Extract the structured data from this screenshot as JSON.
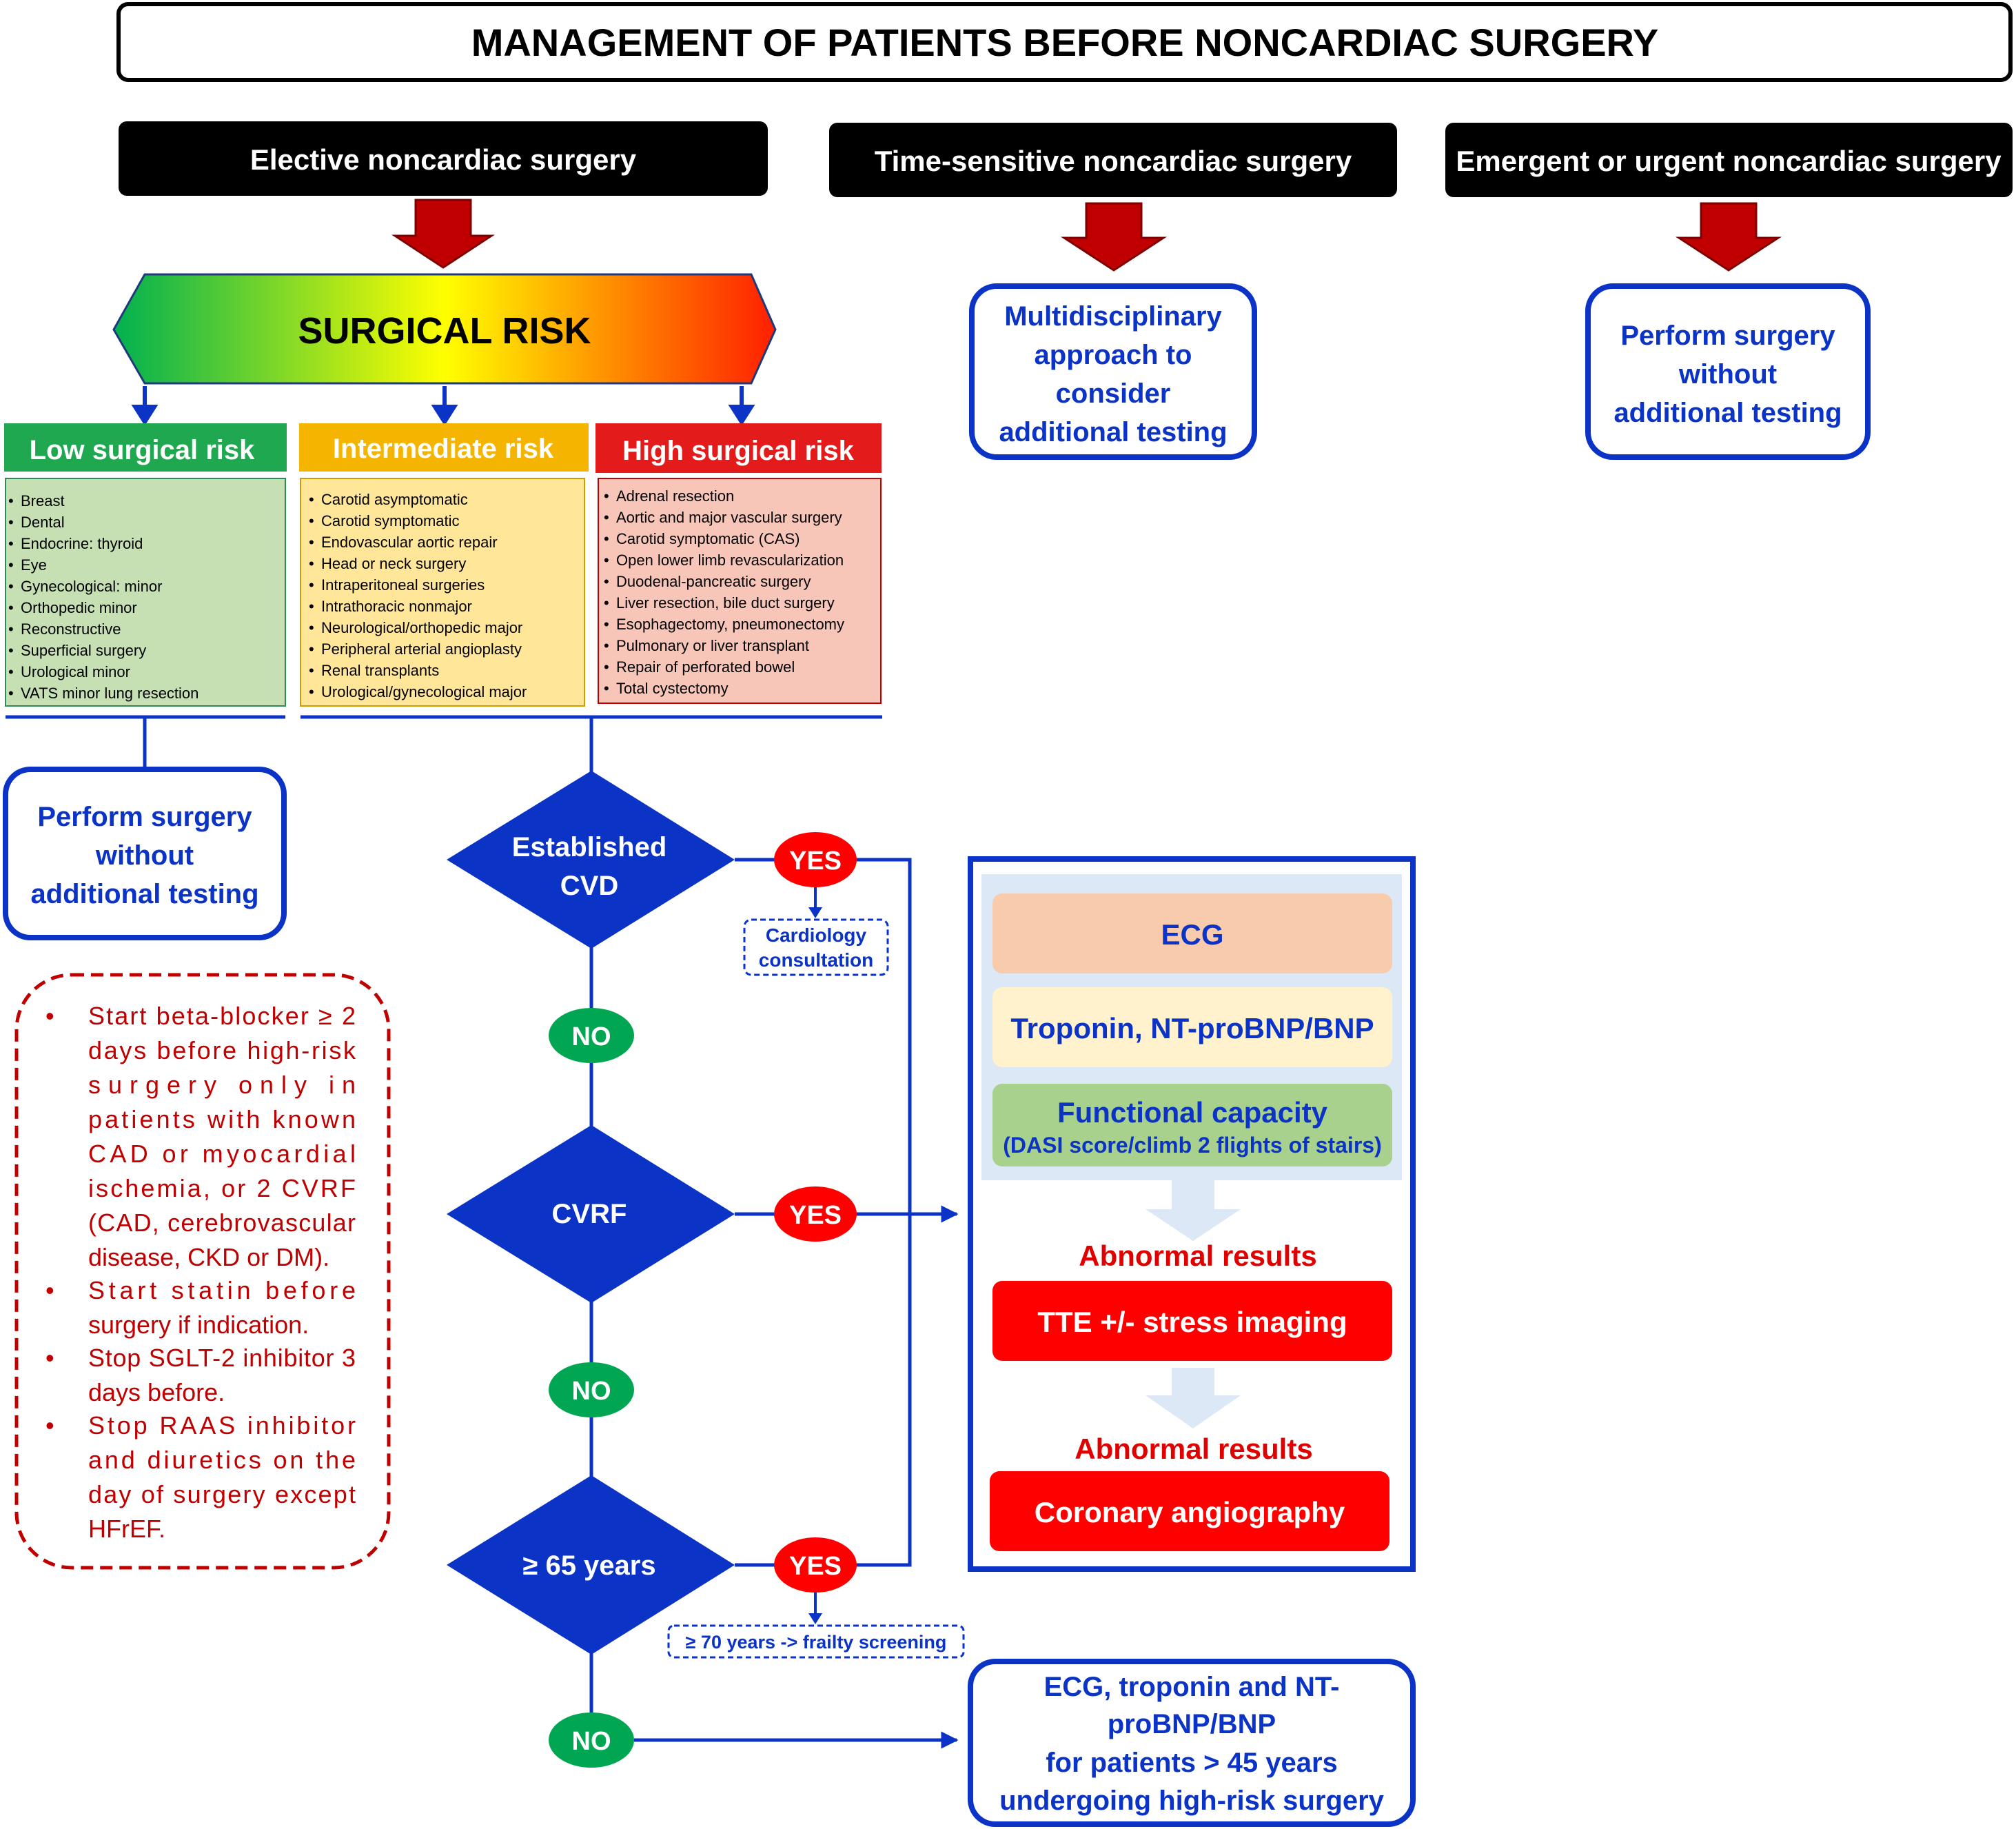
{
  "title": "MANAGEMENT OF PATIENTS BEFORE NONCARDIAC SURGERY",
  "categories": {
    "elective": "Elective noncardiac surgery",
    "time_sensitive": "Time-sensitive noncardiac surgery",
    "emergent": "Emergent or urgent noncardiac surgery"
  },
  "time_sensitive_box": [
    "Multidisciplinary",
    "approach to",
    "consider",
    "additional testing"
  ],
  "emergent_box": [
    "Perform surgery",
    "without",
    "additional testing"
  ],
  "surgical_risk": "SURGICAL RISK",
  "risk_levels": {
    "low": {
      "label": "Low surgical risk",
      "items": [
        "Breast",
        "Dental",
        "Endocrine: thyroid",
        "Eye",
        "Gynecological: minor",
        "Orthopedic minor",
        "Reconstructive",
        "Superficial surgery",
        "Urological minor",
        "VATS minor lung resection"
      ]
    },
    "intermediate": {
      "label": "Intermediate risk",
      "items": [
        "Carotid asymptomatic",
        "Carotid symptomatic",
        "Endovascular aortic repair",
        "Head or neck surgery",
        "Intraperitoneal surgeries",
        "Intrathoracic nonmajor",
        "Neurological/orthopedic major",
        "Peripheral arterial angioplasty",
        "Renal transplants",
        "Urological/gynecological major"
      ]
    },
    "high": {
      "label": "High surgical risk",
      "items": [
        "Adrenal resection",
        "Aortic and major vascular surgery",
        "Carotid symptomatic (CAS)",
        "Open lower limb revascularization",
        "Duodenal-pancreatic surgery",
        "Liver resection, bile duct surgery",
        "Esophagectomy, pneumonectomy",
        "Pulmonary or liver transplant",
        "Repair of perforated bowel",
        "Total cystectomy"
      ]
    }
  },
  "low_risk_action": [
    "Perform surgery",
    "without",
    "additional testing"
  ],
  "recommendations": [
    [
      "Start beta-blocker ≥ 2",
      "days before high-risk",
      "surgery only in",
      "patients with known",
      "CAD or myocardial",
      "ischemia, or 2 CVRF",
      "(CAD, cerebrovascular",
      "disease, CKD or DM)."
    ],
    [
      "Start statin before",
      "surgery if indication."
    ],
    [
      "Stop SGLT-2 inhibitor 3",
      "days before."
    ],
    [
      "Stop RAAS inhibitor",
      "and diuretics on the",
      "day of surgery except",
      "HFrEF."
    ]
  ],
  "decisions": {
    "cvd": [
      "Established",
      "CVD"
    ],
    "cvrf": "CVRF",
    "age": "≥ 65 years"
  },
  "yes_label": "YES",
  "no_label": "NO",
  "cardiology_note": [
    "Cardiology",
    "consultation"
  ],
  "frailty_note": "≥ 70 years -> frailty screening",
  "tests": {
    "ecg": "ECG",
    "biomarkers": "Troponin, NT-proBNP/BNP",
    "functional_title": "Functional capacity",
    "functional_sub": "(DASI score/climb 2 flights of stairs)",
    "abnormal_1": "Abnormal results",
    "tte": "TTE +/- stress imaging",
    "abnormal_2": "Abnormal results",
    "angio": "Coronary angiography"
  },
  "no_branch_box": [
    "ECG, troponin and NT-",
    "proBNP/BNP",
    "for patients > 45 years",
    "undergoing high-risk surgery"
  ],
  "colors": {
    "blue": "#0b33c6",
    "dark_red": "#c00000",
    "green": "#00a651",
    "red": "#ff0000",
    "low_header": "#1fa84f",
    "low_fill": "#c6e0b4",
    "mid_header": "#f5b400",
    "mid_fill": "#ffe699",
    "high_header": "#e31b1b",
    "high_fill": "#f8c6b8"
  }
}
